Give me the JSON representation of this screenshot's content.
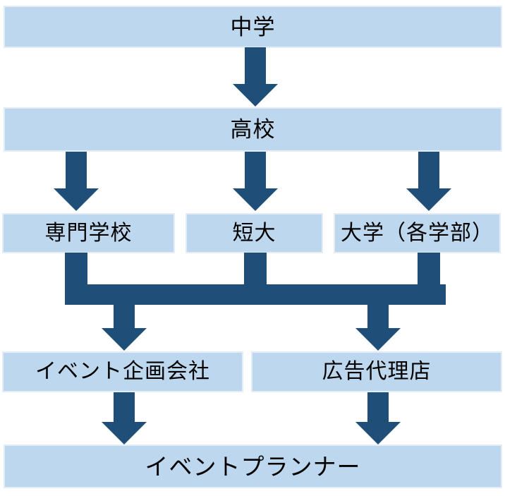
{
  "diagram": {
    "description": "career-path-flowchart-to-event-planner",
    "colors": {
      "box_fill": "#BDD7EE",
      "arrow": "#1F4E79",
      "text": "#000000",
      "background": "#FFFFFF"
    },
    "nodes": {
      "junior_high": {
        "label": "中学"
      },
      "high_school": {
        "label": "高校"
      },
      "vocational_school": {
        "label": "専門学校"
      },
      "junior_college": {
        "label": "短大"
      },
      "university": {
        "label": "大学（各学部）"
      },
      "event_planning_company": {
        "label": "イベント企画会社"
      },
      "ad_agency": {
        "label": "広告代理店"
      },
      "event_planner": {
        "label": "イベントプランナー"
      }
    },
    "edges": [
      {
        "from": "junior_high",
        "to": "high_school"
      },
      {
        "from": "high_school",
        "to": "vocational_school"
      },
      {
        "from": "high_school",
        "to": "junior_college"
      },
      {
        "from": "high_school",
        "to": "university"
      },
      {
        "from": "vocational_school",
        "to": "event_planning_company"
      },
      {
        "from": "vocational_school",
        "to": "ad_agency"
      },
      {
        "from": "junior_college",
        "to": "event_planning_company"
      },
      {
        "from": "junior_college",
        "to": "ad_agency"
      },
      {
        "from": "university",
        "to": "event_planning_company"
      },
      {
        "from": "university",
        "to": "ad_agency"
      },
      {
        "from": "event_planning_company",
        "to": "event_planner"
      },
      {
        "from": "ad_agency",
        "to": "event_planner"
      }
    ]
  }
}
